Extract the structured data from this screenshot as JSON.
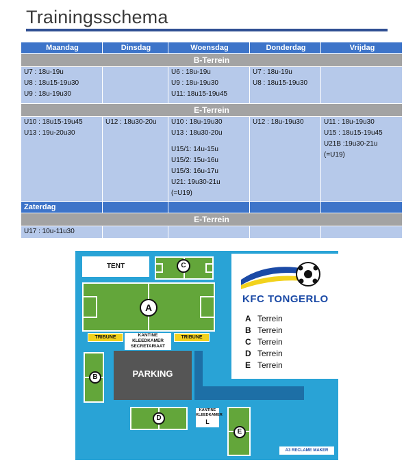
{
  "page": {
    "title": "Trainingsschema"
  },
  "schedule": {
    "days": [
      "Maandag",
      "Dinsdag",
      "Woensdag",
      "Donderdag",
      "Vrijdag"
    ],
    "b_terrein": {
      "label": "B-Terrein",
      "cells": [
        [
          "U7 : 18u-19u",
          "U8 : 18u15-19u30",
          "U9 : 18u-19u30"
        ],
        [],
        [
          "U6 : 18u-19u",
          "U9 : 18u-19u30",
          "U11: 18u15-19u45"
        ],
        [
          "U7 : 18u-19u",
          "U8 : 18u15-19u30"
        ],
        []
      ]
    },
    "e_terrein": {
      "label": "E-Terrein",
      "cells": [
        [
          "U10 : 18u15-19u45",
          "U13 : 19u-20u30"
        ],
        [
          "U12 : 18u30-20u"
        ],
        [
          "U10 : 18u-19u30",
          "U13 : 18u30-20u",
          "",
          "U15/1: 14u-15u",
          "U15/2: 15u-16u",
          "U15/3: 16u-17u",
          "U21:  19u30-21u",
          "(=U19)"
        ],
        [
          "U12 : 18u-19u30"
        ],
        [
          "U11 : 18u-19u30",
          "U15 : 18u15-19u45",
          "U21B :19u30-21u",
          "(=U19)"
        ]
      ]
    },
    "zaterdag": {
      "day": "Zaterdag",
      "terrein": "E-Terrein",
      "cells": [
        [
          "U17 : 10u-11u30"
        ],
        [],
        [],
        [],
        []
      ]
    }
  },
  "map": {
    "club_name": "KFC TONGERLO",
    "tent": "TENT",
    "parking": "PARKING",
    "tribune": "TRIBUNE",
    "kantine_main": [
      "KANTINE",
      "KLEEDKAMER",
      "SECRETARIAAT"
    ],
    "kantine_small": [
      "KANTINE",
      "KLEEDKAMER"
    ],
    "small_l": "L",
    "fields": {
      "a": "A",
      "b": "B",
      "c": "C",
      "d": "D",
      "e": "E"
    },
    "legend": [
      {
        "letter": "A",
        "label": "Terrein"
      },
      {
        "letter": "B",
        "label": "Terrein"
      },
      {
        "letter": "C",
        "label": "Terrein"
      },
      {
        "letter": "D",
        "label": "Terrein"
      },
      {
        "letter": "E",
        "label": "Terrein"
      }
    ],
    "sponsor": "A3 RECLAME MAKER",
    "colors": {
      "water": "#29a3d6",
      "grass": "#63a63a",
      "tribune": "#f2d21d",
      "parking": "#555555"
    }
  }
}
